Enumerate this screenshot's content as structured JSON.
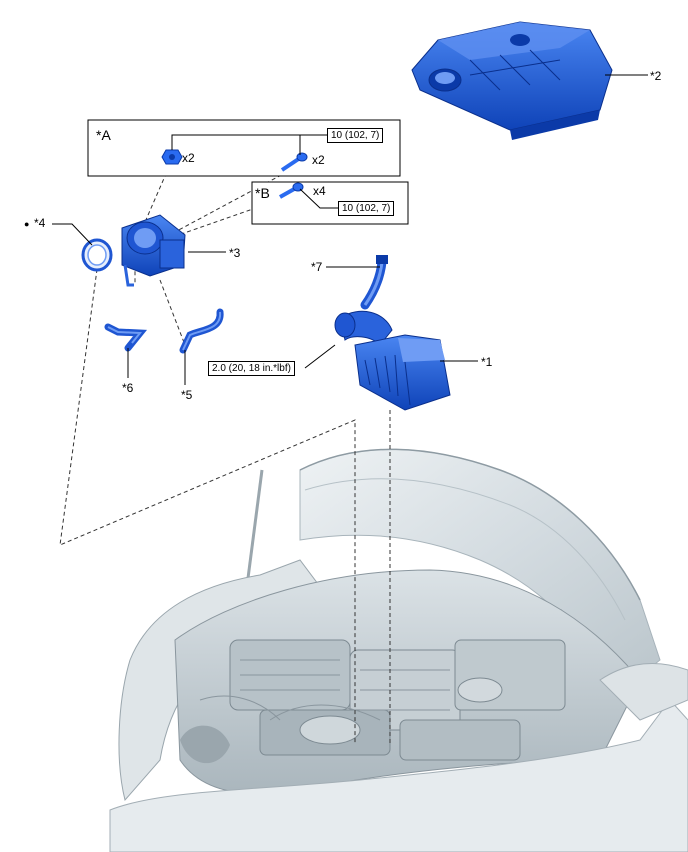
{
  "callouts": {
    "c1": "*1",
    "c2": "*2",
    "c3": "*3",
    "c4": "*4",
    "c5": "*5",
    "c6": "*6",
    "c7": "*7",
    "c4_bullet": "●"
  },
  "frame_a": {
    "title": "*A",
    "nut_qty": "x2",
    "bolt_qty": "x2",
    "torque": "10 (102, 7)"
  },
  "frame_b": {
    "title": "*B",
    "bolt_qty": "x4",
    "torque": "10 (102, 7)"
  },
  "clamp_torque": "2.0 (20, 18 in.*lbf)",
  "colors": {
    "part_blue": "#1e5bd8",
    "part_blue_dark": "#0b3aa8",
    "part_blue_light": "#5e8ff0",
    "engine_gray": "#c4cdd3",
    "engine_gray_dark": "#8a969e"
  }
}
